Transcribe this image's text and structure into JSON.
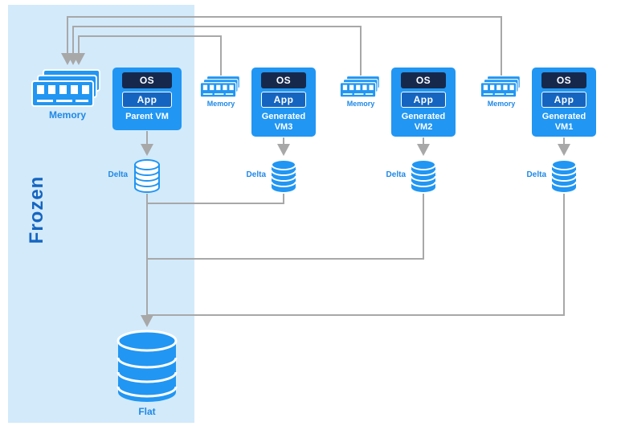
{
  "colors": {
    "primary_blue": "#2196f3",
    "os_navy": "#16294d",
    "app_blue": "#1565c0",
    "frozen_bg": "#d3eafb",
    "label_blue": "#1e88e5",
    "frozen_text": "#1565c0",
    "wire_gray": "#a8a8a8"
  },
  "icons": {
    "memory_icon": "ram-module-stack",
    "delta_icon": "database-cylinder",
    "flat_icon": "database-cylinder-large"
  },
  "frozen_label": "Frozen",
  "flat_label": "Flat",
  "vms": [
    {
      "memory_label": "Memory",
      "os": "OS",
      "app": "App",
      "name": "Parent VM",
      "delta_label": "Delta"
    },
    {
      "memory_label": "Memory",
      "os": "OS",
      "app": "App",
      "name": "Generated VM3",
      "delta_label": "Delta"
    },
    {
      "memory_label": "Memory",
      "os": "OS",
      "app": "App",
      "name": "Generated VM2",
      "delta_label": "Delta"
    },
    {
      "memory_label": "Memory",
      "os": "OS",
      "app": "App",
      "name": "Generated VM1",
      "delta_label": "Delta"
    }
  ]
}
